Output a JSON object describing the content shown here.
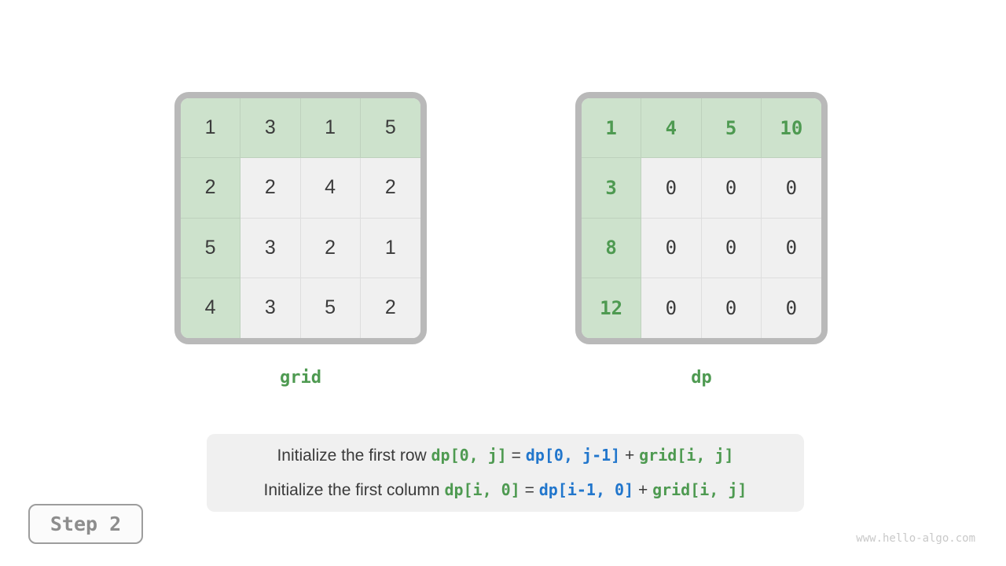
{
  "page": {
    "background": "#ffffff",
    "watermark": "www.hello-algo.com"
  },
  "colors": {
    "header_cell_bg": "#cde2cc",
    "cell_bg": "#f0f0f0",
    "matrix_border": "#b9b9b9",
    "green_text": "#4e9a51",
    "blue_text": "#2176cc",
    "dark_text": "#3b3b3b",
    "caption_bg": "#f0f0f0",
    "step_text": "#8d8d8d"
  },
  "grids": [
    {
      "label": "grid",
      "cell_font": "sans",
      "header_text_green": false,
      "rows": [
        [
          "1",
          "3",
          "1",
          "5"
        ],
        [
          "2",
          "2",
          "4",
          "2"
        ],
        [
          "5",
          "3",
          "2",
          "1"
        ],
        [
          "4",
          "3",
          "5",
          "2"
        ]
      ]
    },
    {
      "label": "dp",
      "cell_font": "mono",
      "header_text_green": true,
      "rows": [
        [
          "1",
          "4",
          "5",
          "10"
        ],
        [
          "3",
          "0",
          "0",
          "0"
        ],
        [
          "8",
          "0",
          "0",
          "0"
        ],
        [
          "12",
          "0",
          "0",
          "0"
        ]
      ]
    }
  ],
  "caption": {
    "lines": [
      {
        "segments": [
          {
            "text": "Initialize the first row ",
            "style": "plain"
          },
          {
            "text": "dp[0, j]",
            "style": "green"
          },
          {
            "text": " = ",
            "style": "plain"
          },
          {
            "text": "dp[0, j-1]",
            "style": "blue"
          },
          {
            "text": " + ",
            "style": "plain"
          },
          {
            "text": "grid[i, j]",
            "style": "green"
          }
        ]
      },
      {
        "segments": [
          {
            "text": "Initialize the first column ",
            "style": "plain"
          },
          {
            "text": "dp[i, 0]",
            "style": "green"
          },
          {
            "text": " = ",
            "style": "plain"
          },
          {
            "text": "dp[i-1, 0]",
            "style": "blue"
          },
          {
            "text": " + ",
            "style": "plain"
          },
          {
            "text": "grid[i, j]",
            "style": "green"
          }
        ]
      }
    ]
  },
  "step": {
    "label": "Step 2"
  }
}
